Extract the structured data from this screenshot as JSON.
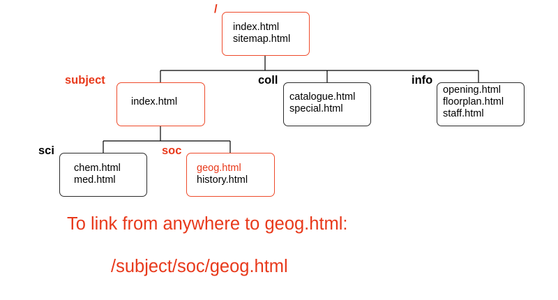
{
  "colors": {
    "highlight": "#e8391b",
    "normal": "#000000"
  },
  "root": {
    "label": "/",
    "files": [
      "index.html",
      "sitemap.html"
    ]
  },
  "subject": {
    "label": "subject",
    "files": [
      "index.html"
    ]
  },
  "coll": {
    "label": "coll",
    "files": [
      "catalogue.html",
      "special.html"
    ]
  },
  "info": {
    "label": "info",
    "files": [
      "opening.html",
      "floorplan.html",
      "staff.html"
    ]
  },
  "sci": {
    "label": "sci",
    "files": [
      "chem.html",
      "med.html"
    ]
  },
  "soc": {
    "label": "soc",
    "files": [
      "geog.html",
      "history.html"
    ]
  },
  "caption": {
    "line1": "To link from anywhere to geog.html:",
    "line2": "/subject/soc/geog.html"
  }
}
